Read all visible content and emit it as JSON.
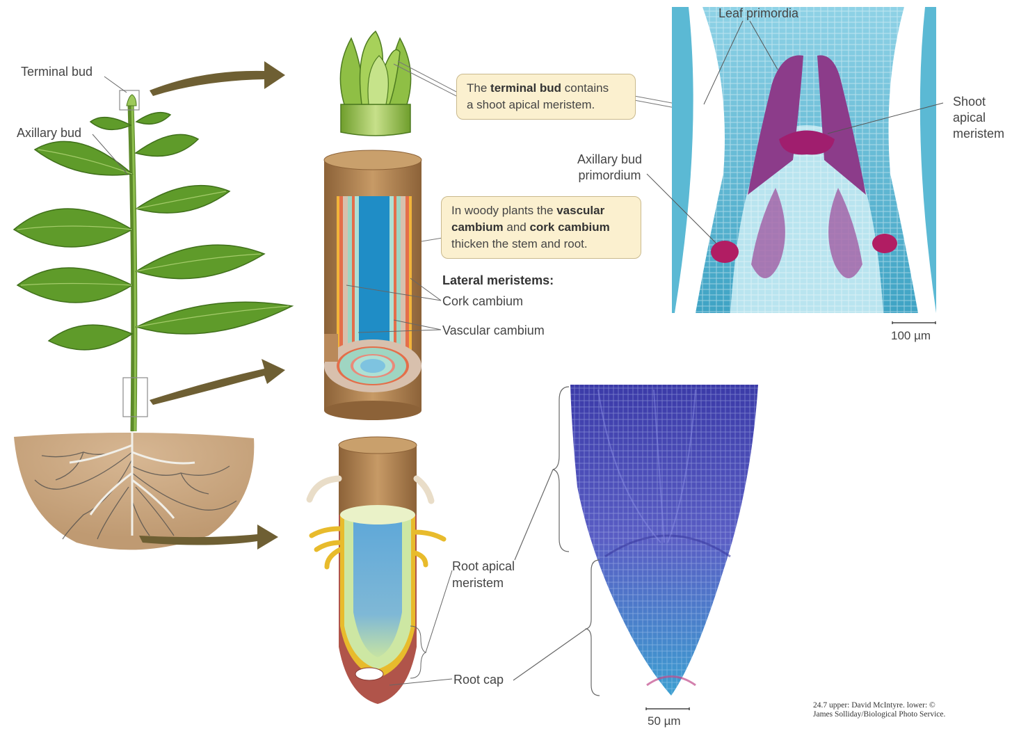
{
  "labels": {
    "terminal_bud": "Terminal bud",
    "axillary_bud": "Axillary bud",
    "leaf_primordia": "Leaf primordia",
    "shoot_apical_meristem": [
      "Shoot",
      "apical",
      "meristem"
    ],
    "axillary_bud_primordium": [
      "Axillary bud",
      "primordium"
    ],
    "lateral_meristems": "Lateral meristems:",
    "cork_cambium": "Cork cambium",
    "vascular_cambium": "Vascular cambium",
    "root_apical_meristem": [
      "Root apical",
      "meristem"
    ],
    "root_cap": "Root cap",
    "scale_top": "100 µm",
    "scale_bottom": "50 µm"
  },
  "callouts": {
    "terminal": {
      "pre": "The ",
      "bold": "terminal bud",
      "post": " contains",
      "line2": "a shoot apical meristem."
    },
    "woody": {
      "pre": "In woody plants the ",
      "bold1": "vascular",
      "bold2": "cambium",
      "mid": " and ",
      "bold3": "cork cambium",
      "line3": "thicken the stem and root."
    }
  },
  "credit": [
    "24.7 upper: David McIntyre. lower: ©",
    "James Solliday/Biological Photo Service."
  ],
  "colors": {
    "leaf": "#5f9b2a",
    "arrow": "#6e5f33",
    "cell_blue": "#3aa5c5",
    "meristem_magenta": "#a01e6e",
    "root_tip_purple": "#4a48b8",
    "callout_bg": "#fbf0cf",
    "stem_brown": "#b9895a",
    "soil": "#c9a57f",
    "root_cap_red": "#b0544a"
  }
}
